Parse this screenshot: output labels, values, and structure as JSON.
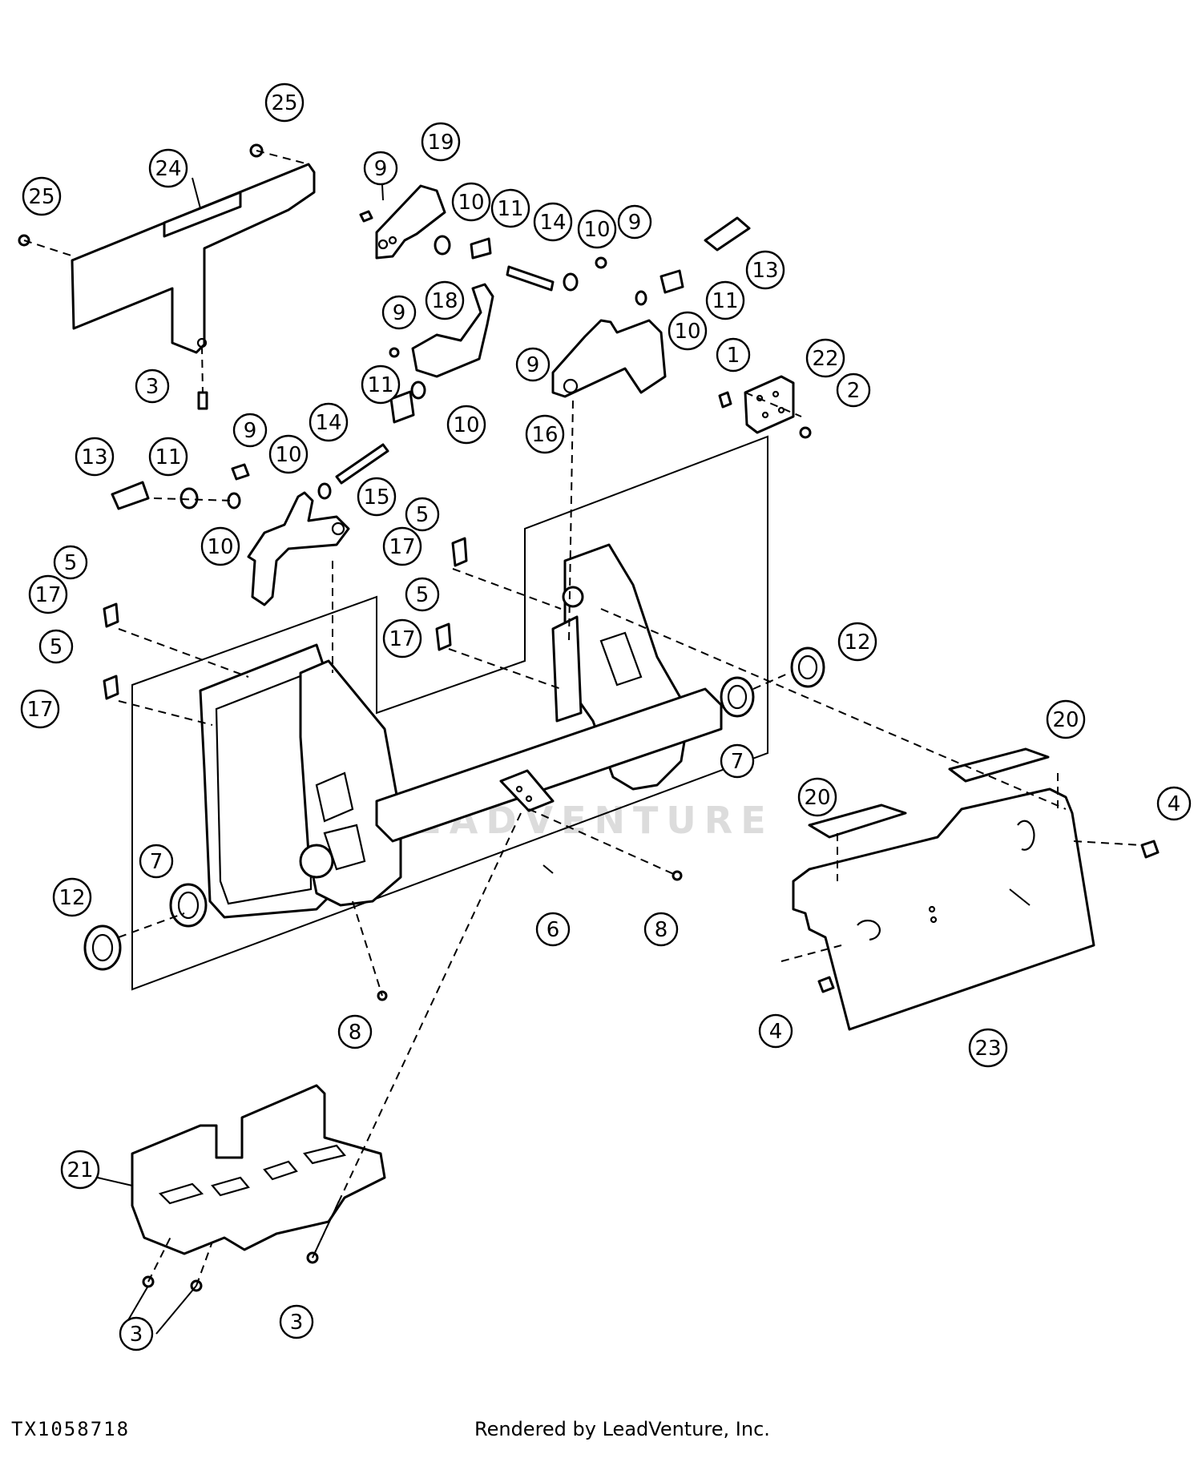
{
  "figure_id": "TX1058718",
  "credit": "Rendered by LeadVenture, Inc.",
  "watermark": "LEADVENTURE",
  "callouts": [
    {
      "id": "c25a",
      "label": "25"
    },
    {
      "id": "c25b",
      "label": "25"
    },
    {
      "id": "c24",
      "label": "24"
    },
    {
      "id": "c3a",
      "label": "3"
    },
    {
      "id": "c9a",
      "label": "9"
    },
    {
      "id": "c19",
      "label": "19"
    },
    {
      "id": "c10a",
      "label": "10"
    },
    {
      "id": "c11a",
      "label": "11"
    },
    {
      "id": "c14a",
      "label": "14"
    },
    {
      "id": "c10b",
      "label": "10"
    },
    {
      "id": "c9b",
      "label": "9"
    },
    {
      "id": "c13a",
      "label": "13"
    },
    {
      "id": "c11b",
      "label": "11"
    },
    {
      "id": "c10c",
      "label": "10"
    },
    {
      "id": "c9c",
      "label": "9"
    },
    {
      "id": "c18",
      "label": "18"
    },
    {
      "id": "c11c",
      "label": "11"
    },
    {
      "id": "c10d",
      "label": "10"
    },
    {
      "id": "c9d",
      "label": "9"
    },
    {
      "id": "c16",
      "label": "16"
    },
    {
      "id": "c1",
      "label": "1"
    },
    {
      "id": "c22",
      "label": "22"
    },
    {
      "id": "c2",
      "label": "2"
    },
    {
      "id": "c14b",
      "label": "14"
    },
    {
      "id": "c9e",
      "label": "9"
    },
    {
      "id": "c10e",
      "label": "10"
    },
    {
      "id": "c13b",
      "label": "13"
    },
    {
      "id": "c11d",
      "label": "11"
    },
    {
      "id": "c10f",
      "label": "10"
    },
    {
      "id": "c15",
      "label": "15"
    },
    {
      "id": "c5a",
      "label": "5"
    },
    {
      "id": "c17a",
      "label": "17"
    },
    {
      "id": "c5b",
      "label": "5"
    },
    {
      "id": "c17b",
      "label": "17"
    },
    {
      "id": "c5c",
      "label": "5"
    },
    {
      "id": "c17c",
      "label": "17"
    },
    {
      "id": "c5d",
      "label": "5"
    },
    {
      "id": "c17d",
      "label": "17"
    },
    {
      "id": "c12a",
      "label": "12"
    },
    {
      "id": "c7a",
      "label": "7"
    },
    {
      "id": "c20a",
      "label": "20"
    },
    {
      "id": "c4a",
      "label": "4"
    },
    {
      "id": "c20b",
      "label": "20"
    },
    {
      "id": "c7b",
      "label": "7"
    },
    {
      "id": "c12b",
      "label": "12"
    },
    {
      "id": "c6",
      "label": "6"
    },
    {
      "id": "c8a",
      "label": "8"
    },
    {
      "id": "c8b",
      "label": "8"
    },
    {
      "id": "c4b",
      "label": "4"
    },
    {
      "id": "c23",
      "label": "23"
    },
    {
      "id": "c21",
      "label": "21"
    },
    {
      "id": "c3b",
      "label": "3"
    },
    {
      "id": "c3c",
      "label": "3"
    }
  ]
}
